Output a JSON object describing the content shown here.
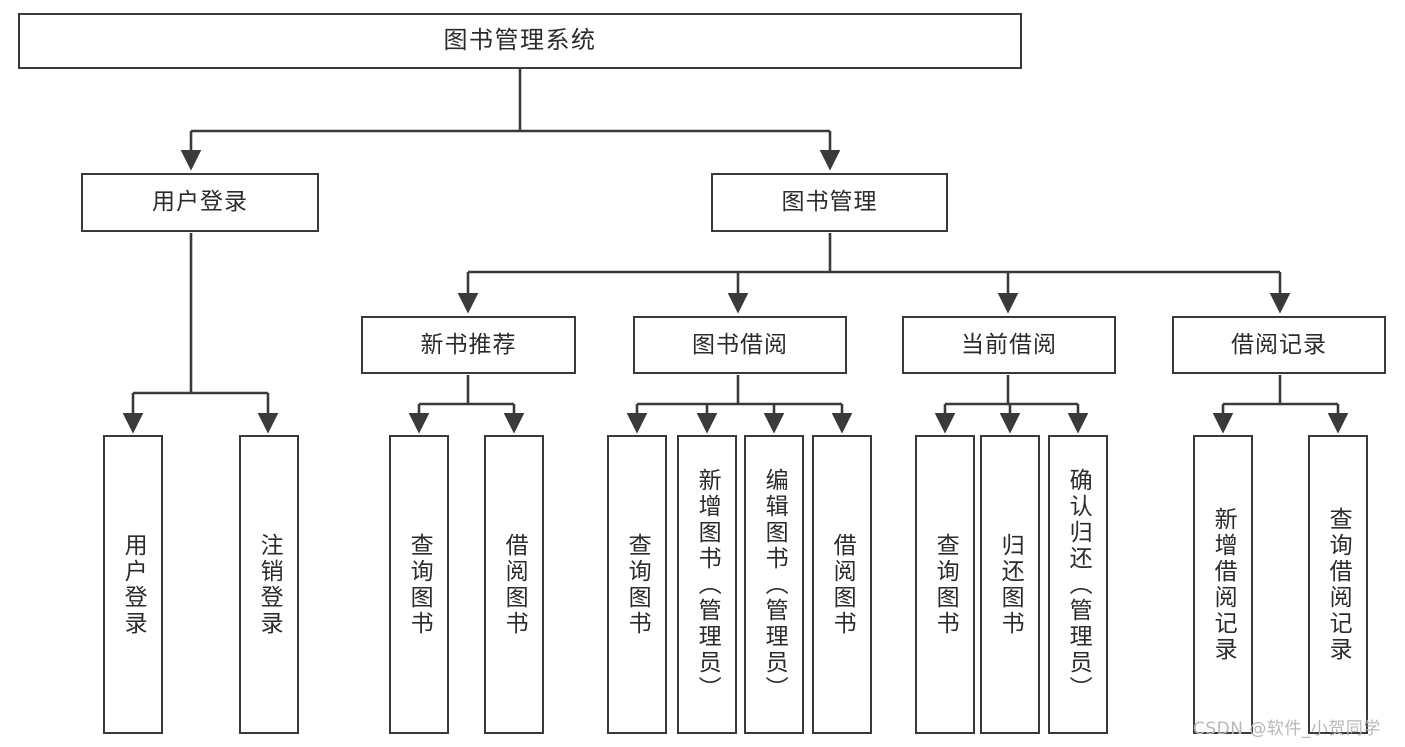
{
  "diagram": {
    "title": "图书管理系统",
    "type": "tree",
    "orientation": "top-down",
    "edge_color": "#3a3a3a",
    "node_border_color": "#3a3a3a",
    "node_fill_color": "#ffffff",
    "text_color": "#2b2b2b",
    "background_color": "#ffffff"
  },
  "watermark": {
    "text": "CSDN @软件_小贺同学",
    "color": "#b8b8b8"
  },
  "nodes": {
    "root": {
      "label": "图书管理系统"
    },
    "level2": [
      {
        "id": "user-login",
        "label": "用户登录"
      },
      {
        "id": "book-management",
        "label": "图书管理"
      }
    ],
    "level3": [
      {
        "id": "new-book-recommend",
        "label": "新书推荐"
      },
      {
        "id": "book-borrow",
        "label": "图书借阅"
      },
      {
        "id": "current-borrow",
        "label": "当前借阅"
      },
      {
        "id": "borrow-record",
        "label": "借阅记录"
      }
    ],
    "leaves": [
      {
        "id": "leaf-user-login",
        "label": "用户登录",
        "parent": "user-login"
      },
      {
        "id": "leaf-logout-login",
        "label": "注销登录",
        "parent": "user-login"
      },
      {
        "id": "leaf-query-book-1",
        "label": "查询图书",
        "parent": "new-book-recommend"
      },
      {
        "id": "leaf-borrow-book-1",
        "label": "借阅图书",
        "parent": "new-book-recommend"
      },
      {
        "id": "leaf-query-book-2",
        "label": "查询图书",
        "parent": "book-borrow"
      },
      {
        "id": "leaf-add-book",
        "label": "新增图书（管理员）",
        "parent": "book-borrow"
      },
      {
        "id": "leaf-edit-book",
        "label": "编辑图书（管理员）",
        "parent": "book-borrow"
      },
      {
        "id": "leaf-borrow-book-2",
        "label": "借阅图书",
        "parent": "book-borrow"
      },
      {
        "id": "leaf-query-book-3",
        "label": "查询图书",
        "parent": "current-borrow"
      },
      {
        "id": "leaf-return-book",
        "label": "归还图书",
        "parent": "current-borrow"
      },
      {
        "id": "leaf-confirm-return",
        "label": "确认归还（管理员）",
        "parent": "current-borrow"
      },
      {
        "id": "leaf-add-record",
        "label": "新增借阅记录",
        "parent": "borrow-record"
      },
      {
        "id": "leaf-query-record",
        "label": "查询借阅记录",
        "parent": "borrow-record"
      }
    ]
  }
}
